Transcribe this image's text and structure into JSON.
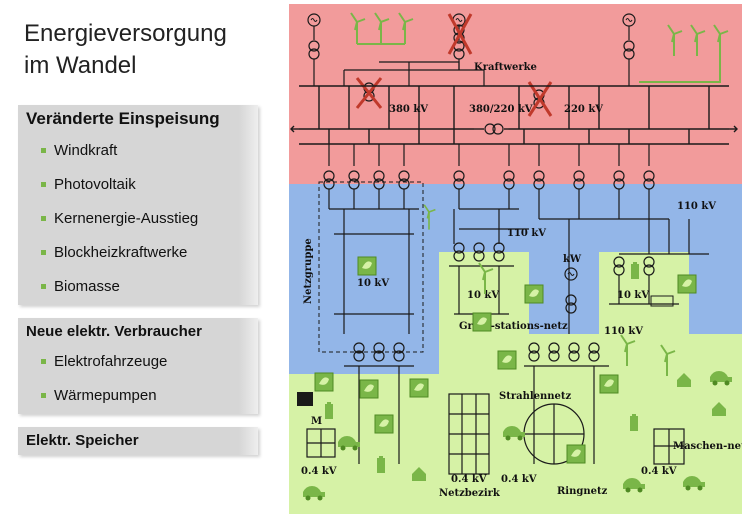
{
  "title": {
    "line1": "Energieversorgung",
    "line2": "im Wandel"
  },
  "panels": {
    "einspeisung": {
      "heading": "Veränderte Einspeisung",
      "items": [
        "Windkraft",
        "Photovoltaik",
        "Kernenergie-Ausstieg",
        "Blockheizkraftwerke",
        "Biomasse"
      ]
    },
    "verbraucher": {
      "heading": "Neue elektr. Verbraucher",
      "items": [
        "Elektrofahrzeuge",
        "Wärmepumpen"
      ]
    },
    "speicher": {
      "heading": "Elektr. Speicher"
    }
  },
  "diagram": {
    "labels": {
      "kraftwerke": "Kraftwerke",
      "kv380": "380 kV",
      "kv380_220": "380/220 kV",
      "kv220": "220 kV",
      "kv110_right": "110 kV",
      "kv110_mid": "110 kV",
      "kv110_lower": "110 kV",
      "kv10_left": "10 kV",
      "kv10_mid": "10 kV",
      "kv10_right": "10 kV",
      "kw": "kW",
      "netzgruppe": "Netzgruppe",
      "stationsnetz": "Gross-stations-netz",
      "strahlennetz": "Strahlennetz",
      "kv04_left": "0.4 kV",
      "kv04_mid": "0.4 kV",
      "kv04_right": "0.4 kV",
      "m": "M",
      "netzbezirk": "Netzbezirk",
      "ringnetz": "Ringnetz",
      "maschennetz": "Maschen-netz"
    },
    "colors": {
      "zone_high": "#f29b9b",
      "zone_mid": "#93b6e8",
      "zone_low": "#d6f2a6",
      "renewable": "#7ab648",
      "line": "#1a1a1a",
      "cross": "#c0392b"
    }
  }
}
